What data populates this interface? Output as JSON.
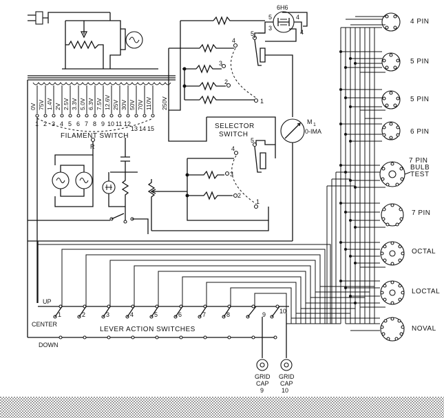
{
  "tube_label": "6H6",
  "tube_pins": [
    "5",
    "4",
    "3",
    "4"
  ],
  "transformer_taps": [
    "0V",
    "75V",
    "1.4V",
    "2V",
    "2.5V",
    "3.3V",
    "5.0V",
    "6.3V",
    "7.5V",
    "12.6V",
    "25V",
    "30V",
    "50V",
    "70V",
    "110V"
  ],
  "tap_250": "250V",
  "filament_numbers": [
    "1",
    "2",
    "3",
    "4",
    "5",
    "6",
    "7",
    "8",
    "9",
    "10",
    "11",
    "12",
    "13",
    "14",
    "15"
  ],
  "filament_switch_label": "FILAMENT SWITCH",
  "r_label": "R",
  "selector_label_1": "SELECTOR",
  "selector_label_2": "SWITCH",
  "meter_label_1": "M",
  "meter_sub": "1",
  "meter_label_2": "0-IMA",
  "upper_switch_positions": [
    "1",
    "2",
    "3",
    "4",
    "5"
  ],
  "lower_switch_positions": [
    "1",
    "2",
    "3",
    "4",
    "5"
  ],
  "sockets": [
    {
      "label": "4 PIN"
    },
    {
      "label": "5 PIN"
    },
    {
      "label": "5 PIN"
    },
    {
      "label": "6 PIN"
    },
    {
      "label": "7 PIN"
    },
    {
      "label": "7 PIN"
    },
    {
      "label": "OCTAL"
    },
    {
      "label": "LOCTAL"
    },
    {
      "label": "NOVAL"
    }
  ],
  "bulb_test_1": "BULB",
  "bulb_test_2": "TEST",
  "lever_numbers": [
    "1",
    "2",
    "3",
    "4",
    "5",
    "6",
    "7",
    "8",
    "9",
    "10"
  ],
  "up_label": "UP",
  "center_label": "CENTER",
  "down_label": "DOWN",
  "lever_label": "LEVER ACTION SWITCHES",
  "grid_cap_9": [
    "GRID",
    "CAP",
    "9"
  ],
  "grid_cap_10": [
    "GRID",
    "CAP",
    "10"
  ]
}
